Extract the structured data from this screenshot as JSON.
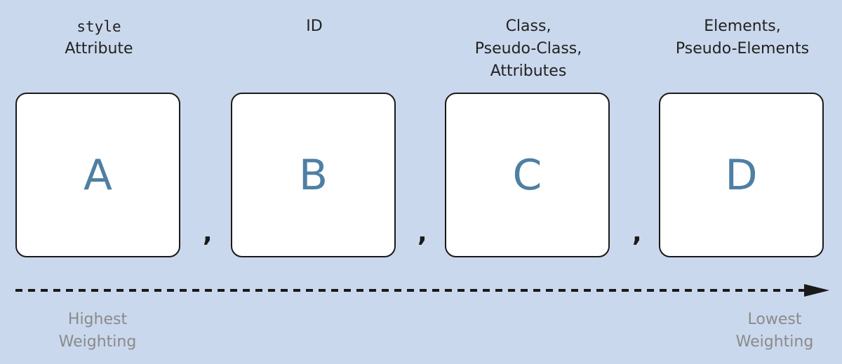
{
  "columns": [
    {
      "label_mono": "style",
      "label_lines": [
        "Attribute"
      ],
      "letter": "A"
    },
    {
      "label_mono": "",
      "label_lines": [
        "ID"
      ],
      "letter": "B"
    },
    {
      "label_mono": "",
      "label_lines": [
        "Class,",
        "Pseudo-Class,",
        "Attributes"
      ],
      "letter": "C"
    },
    {
      "label_mono": "",
      "label_lines": [
        "Elements,",
        "Pseudo-Elements"
      ],
      "letter": "D"
    }
  ],
  "separator": ",",
  "scale": {
    "high": [
      "Highest",
      "Weighting"
    ],
    "low": [
      "Lowest",
      "Weighting"
    ]
  },
  "colors": {
    "background": "#cad8ed",
    "letter": "#4f7fa3",
    "muted_text": "#8a8a8a"
  }
}
